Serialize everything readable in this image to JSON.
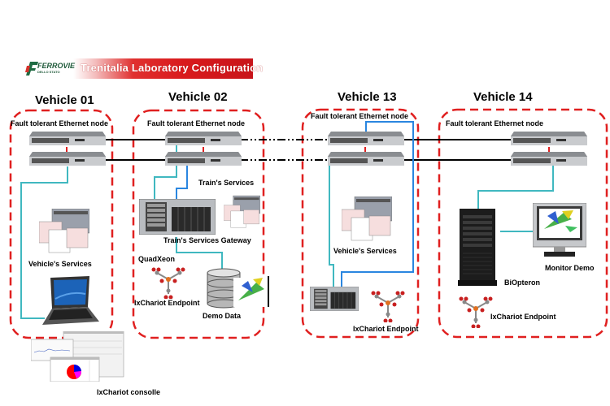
{
  "banner": {
    "logo_text": "FERROVIE",
    "logo_subtext": "DELLO STATO",
    "title": "Trenitalia Laboratory Configuration"
  },
  "colors": {
    "vehicle_border": "#e02020",
    "backbone_link": "#000000",
    "link_cyan": "#40b8c0",
    "link_blue": "#2a86e0",
    "redundancy_link": "#e02020",
    "banner_red": "#d91a1c"
  },
  "vehicles": [
    {
      "title": "Vehicle 01",
      "node_label": "Fault tolerant Ethernet node",
      "devices": [
        {
          "type": "services-screens",
          "label": "Vehicle's Services"
        },
        {
          "type": "laptop",
          "label": ""
        }
      ]
    },
    {
      "title": "Vehicle 02",
      "node_label": "Fault tolerant Ethernet node",
      "devices": [
        {
          "type": "services-screens",
          "label": "Train's Services"
        },
        {
          "type": "rack-server",
          "label": "Train's Services Gateway"
        },
        {
          "type": "server-model",
          "label": "QuadXeon"
        },
        {
          "type": "molecule",
          "label": "IxChariot Endpoint"
        },
        {
          "type": "database",
          "label": "Demo Data"
        }
      ]
    },
    {
      "title": "Vehicle 13",
      "node_label": "Fault tolerant Ethernet node",
      "devices": [
        {
          "type": "services-screens",
          "label": "Vehicle's Services"
        },
        {
          "type": "rack-server",
          "label": ""
        },
        {
          "type": "molecule",
          "label": "IxChariot Endpoint"
        }
      ]
    },
    {
      "title": "Vehicle 14",
      "node_label": "Fault tolerant Ethernet node",
      "devices": [
        {
          "type": "tower-server",
          "label": "BiOpteron"
        },
        {
          "type": "monitor",
          "label": "Monitor Demo"
        },
        {
          "type": "molecule",
          "label": "IxChariot Endpoint"
        }
      ]
    }
  ],
  "console": {
    "label": "IxChariot consolle"
  }
}
